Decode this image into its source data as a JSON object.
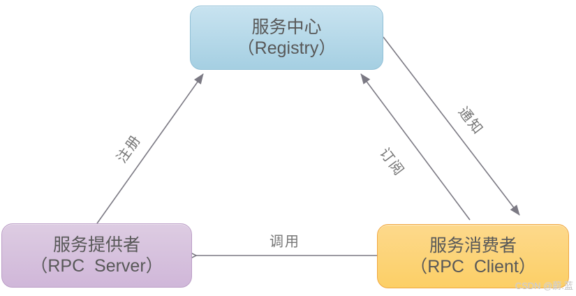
{
  "diagram": {
    "nodes": {
      "registry": {
        "title": "服务中心",
        "subtitle": "（Registry）",
        "fill": "#abd3e6",
        "border": "#8fbfd6"
      },
      "server": {
        "title": "服务提供者",
        "subtitle": "（RPC  Server）",
        "fill": "#d5bedd",
        "border": "#bb9dc6"
      },
      "client": {
        "title": "服务消费者",
        "subtitle": "（RPC  Client）",
        "fill": "#fcd36e",
        "border": "#f0a73f"
      }
    },
    "edges": {
      "register": {
        "label": "注册",
        "from": "server",
        "to": "registry",
        "head": "filled"
      },
      "subscribe": {
        "label": "订阅",
        "from": "client",
        "to": "registry",
        "head": "filled"
      },
      "notify": {
        "label": "通知",
        "from": "registry",
        "to": "client",
        "head": "filled"
      },
      "invoke": {
        "label": "调用",
        "from": "client",
        "to": "server",
        "head": "open"
      }
    },
    "colors": {
      "arrow": "#7b7983",
      "edge_label": "#757575",
      "node_text": "#585858",
      "background": "#ffffff"
    },
    "watermark": {
      "text": "CSDN @蔚.蓝",
      "color": "#c2c1c1"
    }
  }
}
